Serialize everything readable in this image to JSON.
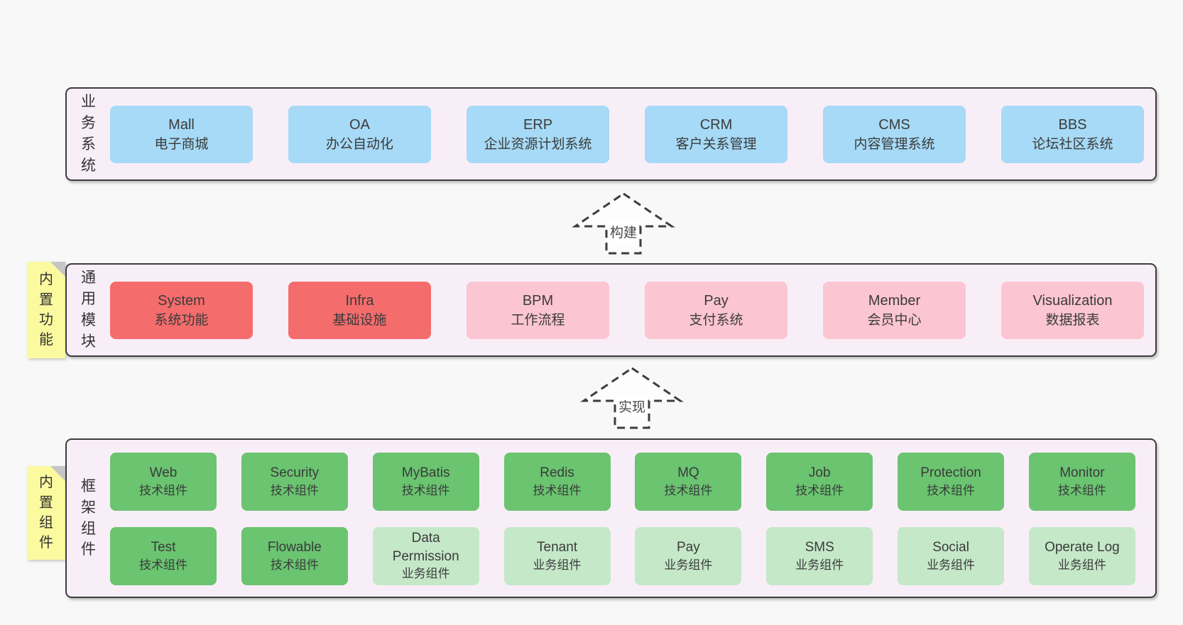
{
  "colors": {
    "page_bg": "#f8f8f8",
    "band_bg": "#f8eef8",
    "band_border": "#3c3c3c",
    "business_box": "#a6daf6",
    "module_core_box": "#f56c6c",
    "module_optional_box": "#fbc5d1",
    "tech_component_box": "#6ac470",
    "biz_component_box": "#c5e8c8",
    "tab_bg": "#fbfa9f",
    "tab_fold": "#c6c6c6",
    "text": "#3b3b3b"
  },
  "sections": {
    "business": {
      "label": "业务系统",
      "boxes": [
        {
          "name": "Mall",
          "desc": "电子商城"
        },
        {
          "name": "OA",
          "desc": "办公自动化"
        },
        {
          "name": "ERP",
          "desc": "企业资源计划系统"
        },
        {
          "name": "CRM",
          "desc": "客户关系管理"
        },
        {
          "name": "CMS",
          "desc": "内容管理系统"
        },
        {
          "name": "BBS",
          "desc": "论坛社区系统"
        }
      ]
    },
    "arrow_build": {
      "label": "构建"
    },
    "modules": {
      "label": "通用模块",
      "tab": "内置功能",
      "boxes": [
        {
          "name": "System",
          "desc": "系统功能"
        },
        {
          "name": "Infra",
          "desc": "基础设施"
        },
        {
          "name": "BPM",
          "desc": "工作流程"
        },
        {
          "name": "Pay",
          "desc": "支付系统"
        },
        {
          "name": "Member",
          "desc": "会员中心"
        },
        {
          "name": "Visualization",
          "desc": "数据报表"
        }
      ]
    },
    "arrow_implement": {
      "label": "实现"
    },
    "components": {
      "label": "框架组件",
      "tab": "内置组件",
      "row1": [
        {
          "name": "Web",
          "desc": "技术组件"
        },
        {
          "name": "Security",
          "desc": "技术组件"
        },
        {
          "name": "MyBatis",
          "desc": "技术组件"
        },
        {
          "name": "Redis",
          "desc": "技术组件"
        },
        {
          "name": "MQ",
          "desc": "技术组件"
        },
        {
          "name": "Job",
          "desc": "技术组件"
        },
        {
          "name": "Protection",
          "desc": "技术组件"
        },
        {
          "name": "Monitor",
          "desc": "技术组件"
        }
      ],
      "row2": [
        {
          "name": "Test",
          "desc": "技术组件"
        },
        {
          "name": "Flowable",
          "desc": "技术组件"
        },
        {
          "name": "Data Permission",
          "desc": "业务组件"
        },
        {
          "name": "Tenant",
          "desc": "业务组件"
        },
        {
          "name": "Pay",
          "desc": "业务组件"
        },
        {
          "name": "SMS",
          "desc": "业务组件"
        },
        {
          "name": "Social",
          "desc": "业务组件"
        },
        {
          "name": "Operate Log",
          "desc": "业务组件"
        }
      ]
    }
  }
}
